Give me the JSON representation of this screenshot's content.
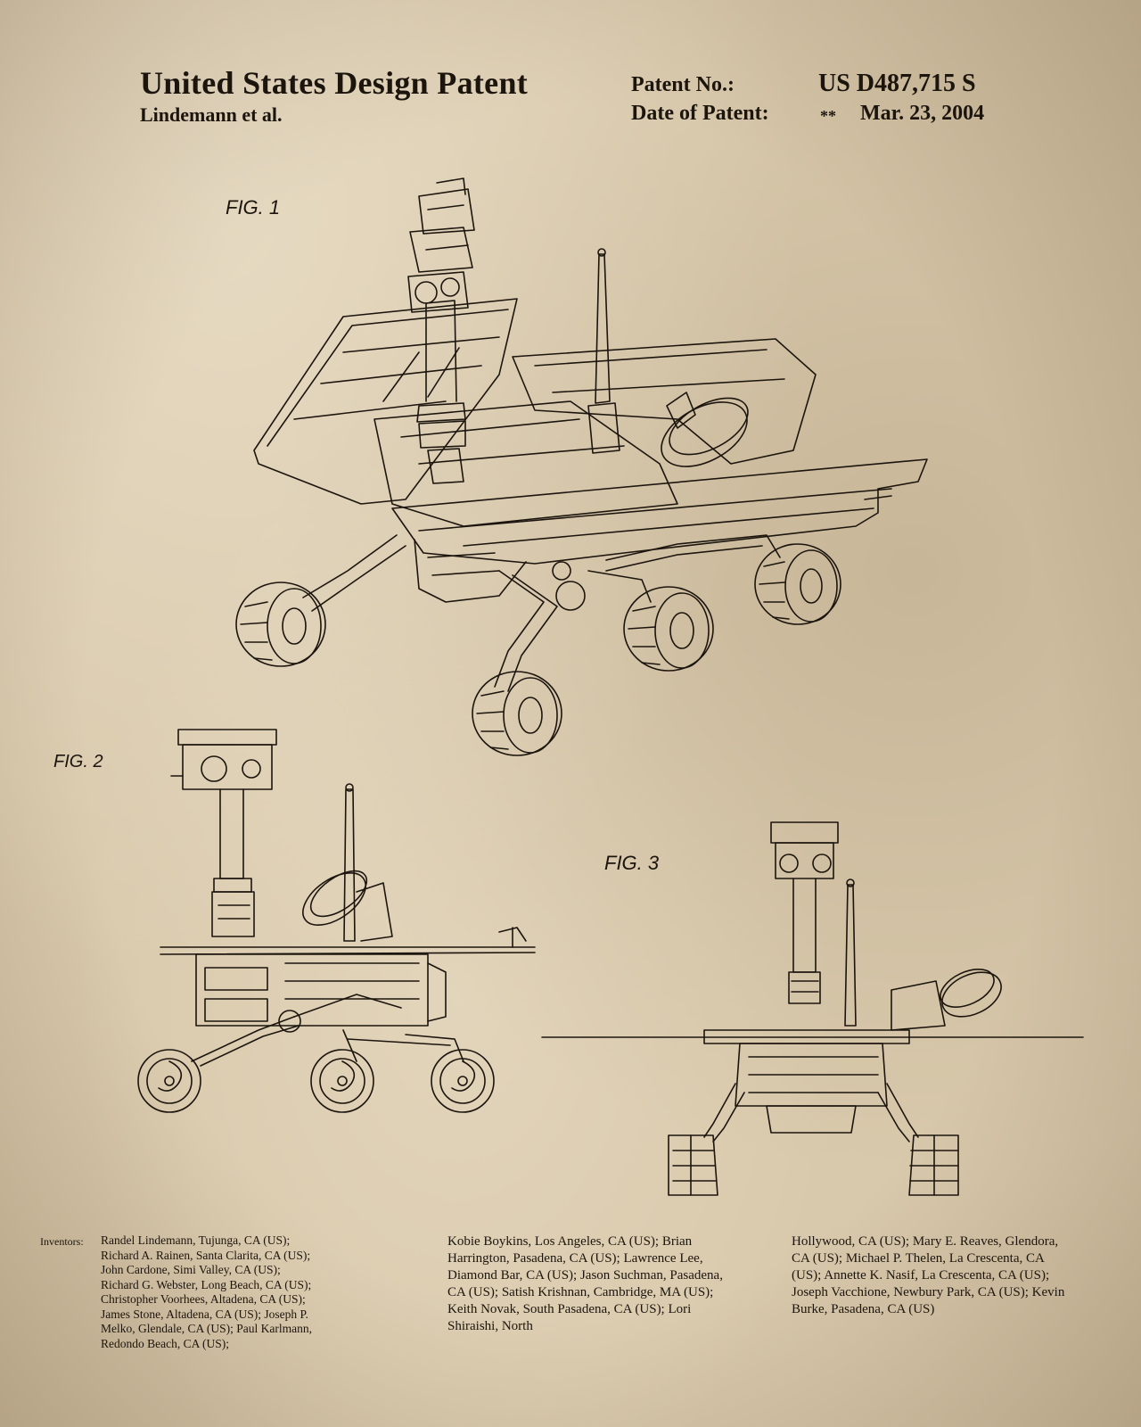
{
  "header": {
    "title": "United States Design Patent",
    "assignee": "Lindemann et al.",
    "patent_no_label": "Patent No.:",
    "patent_no": "US D487,715 S",
    "date_label": "Date of Patent:",
    "date_mark": "**",
    "date": "Mar. 23, 2004"
  },
  "figures": {
    "fig1": "FIG. 1",
    "fig2": "FIG. 2",
    "fig3": "FIG. 3"
  },
  "inventors": {
    "label": "Inventors:",
    "col1": "Randel Lindemann, Tujunga, CA (US); Richard A. Rainen, Santa Clarita, CA (US); John Cardone, Simi Valley, CA (US); Richard G. Webster, Long Beach, CA (US); Christopher Voorhees, Altadena, CA (US); James Stone, Altadena, CA (US); Joseph P. Melko, Glendale, CA (US); Paul Karlmann, Redondo Beach, CA (US);",
    "col2": "Kobie Boykins, Los Angeles, CA (US); Brian Harrington, Pasadena, CA (US); Lawrence Lee, Diamond Bar, CA (US); Jason Suchman, Pasadena, CA (US); Satish Krishnan, Cambridge, MA (US); Keith Novak, South Pasadena, CA (US); Lori Shiraishi, North",
    "col3": "Hollywood, CA (US); Mary E. Reaves, Glendora, CA (US); Michael P. Thelen, La Crescenta, CA (US); Annette K. Nasif, La Crescenta, CA (US); Joseph Vacchione, Newbury Park, CA (US); Kevin Burke, Pasadena, CA (US)"
  },
  "colors": {
    "paper": "#d9c9ac",
    "ink": "#1c150e"
  }
}
